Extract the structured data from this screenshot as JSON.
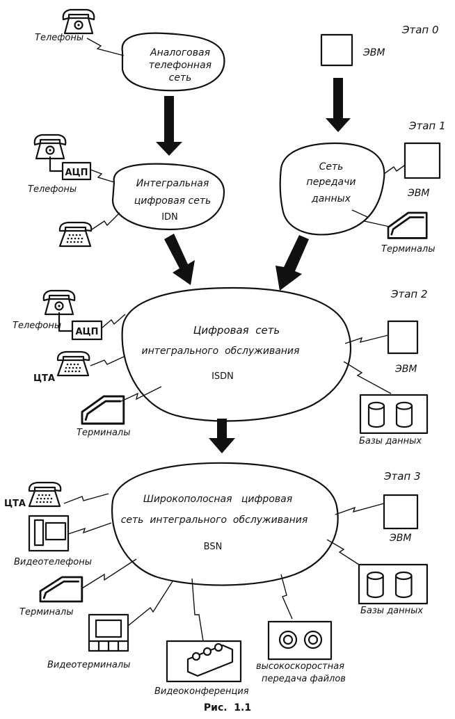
{
  "stages": {
    "s0": "Этап 0",
    "s1": "Этап 1",
    "s2": "Этап 2",
    "s3": "Этап 3"
  },
  "nets": {
    "analog": [
      "Аналоговая",
      "телефонная",
      "сеть"
    ],
    "idn": [
      "Интегральная",
      "цифровая сеть",
      "IDN"
    ],
    "data": [
      "Сеть",
      "передачи",
      "данных"
    ],
    "isdn": [
      "Цифровая  сеть",
      "интегрального  обслуживания",
      "ISDN"
    ],
    "bsn": [
      "Широкополосная   цифровая",
      "сеть  интегрального  обслуживания",
      "BSN"
    ]
  },
  "labels": {
    "phones0": "Телефоны",
    "evm0": "ЭВМ",
    "phones1": "Телефоны",
    "adc1": "АЦП",
    "evm1": "ЭВМ",
    "terminals1": "Терминалы",
    "phones2": "Телефоны",
    "adc2": "АЦП",
    "cta2": "ЦТА",
    "terminals2": "Терминалы",
    "evm2": "ЭВМ",
    "db2": "Базы данных",
    "cta3": "ЦТА",
    "videophones3": "Видеотелефоны",
    "terminals3": "Терминалы",
    "videoterminals3": "Видеотерминалы",
    "videoconf3": "Видеоконференция",
    "filetransfer3": [
      "высокоскоростная",
      "передача файлов"
    ],
    "evm3": "ЭВМ",
    "db3": "Базы данных"
  },
  "caption": "Рис.  1.1"
}
